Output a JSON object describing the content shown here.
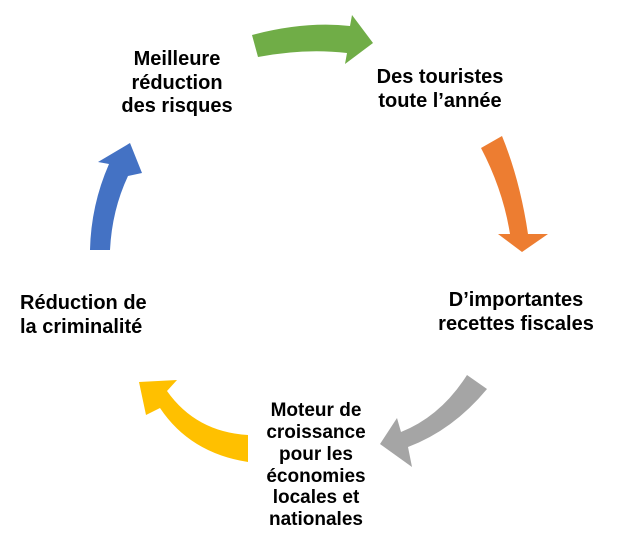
{
  "diagram": {
    "type": "cycle",
    "nodes": [
      {
        "lines": [
          "Meilleure",
          "réduction",
          "des risques"
        ]
      },
      {
        "lines": [
          "Des touristes",
          "toute l’année"
        ]
      },
      {
        "lines": [
          "D’importantes",
          "recettes fiscales"
        ]
      },
      {
        "lines": [
          "Moteur de",
          "croissance",
          "pour les",
          "économies",
          "locales et",
          "nationales"
        ]
      },
      {
        "lines": [
          "Réduction de",
          "la criminalité"
        ]
      }
    ],
    "arrows": [
      {
        "from": 0,
        "to": 1,
        "color": "#70ad47",
        "icon": "arrow-right-icon"
      },
      {
        "from": 1,
        "to": 2,
        "color": "#ed7d31",
        "icon": "arrow-down-icon"
      },
      {
        "from": 2,
        "to": 3,
        "color": "#a5a5a5",
        "icon": "arrow-down-left-icon"
      },
      {
        "from": 3,
        "to": 4,
        "color": "#ffc000",
        "icon": "arrow-left-up-icon"
      },
      {
        "from": 4,
        "to": 0,
        "color": "#4472c4",
        "icon": "arrow-up-icon"
      }
    ]
  }
}
